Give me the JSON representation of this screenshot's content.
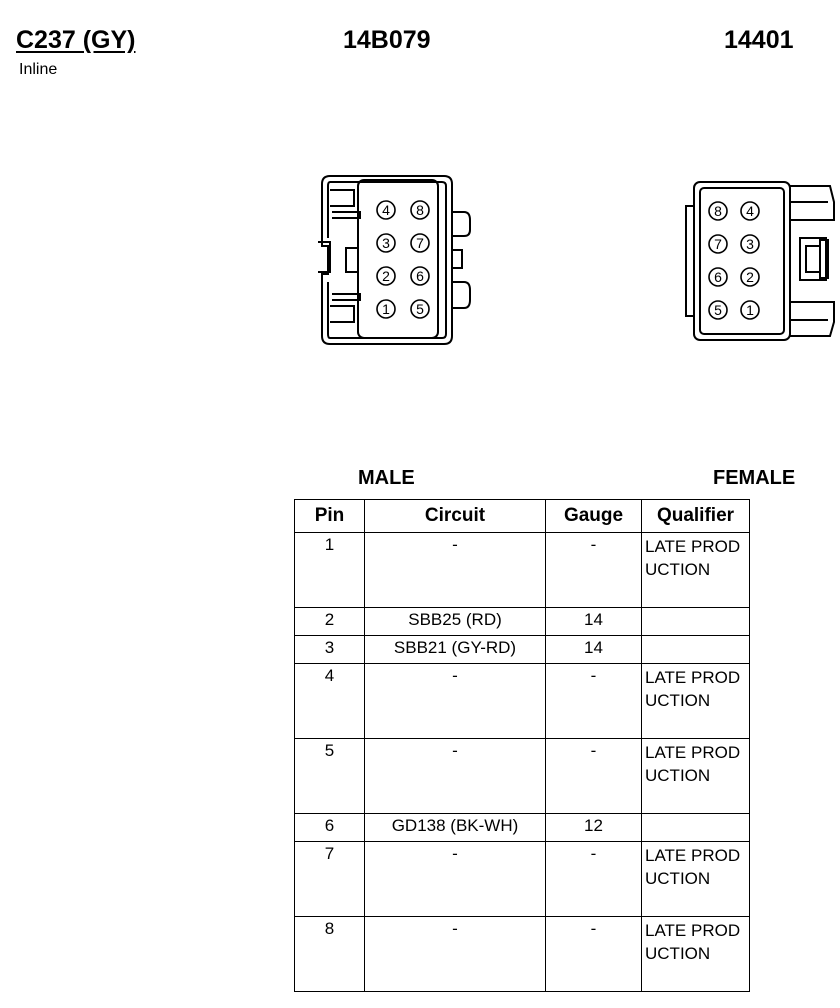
{
  "header": {
    "connector_id": "C237 (GY)",
    "part_number": "14B079",
    "base_number": "14401",
    "location": "Inline"
  },
  "views": {
    "male_label": "MALE",
    "female_label": "FEMALE",
    "male_pins": [
      "4",
      "8",
      "3",
      "7",
      "2",
      "6",
      "1",
      "5"
    ],
    "female_pins": [
      "8",
      "4",
      "7",
      "3",
      "6",
      "2",
      "5",
      "1"
    ]
  },
  "table": {
    "headers": [
      "Pin",
      "Circuit",
      "Gauge",
      "Qualifier"
    ],
    "rows": [
      {
        "pin": "1",
        "circuit": "-",
        "gauge": "-",
        "qualifier": "LATE PRODUCTION"
      },
      {
        "pin": "2",
        "circuit": "SBB25 (RD)",
        "gauge": "14",
        "qualifier": ""
      },
      {
        "pin": "3",
        "circuit": "SBB21 (GY-RD)",
        "gauge": "14",
        "qualifier": ""
      },
      {
        "pin": "4",
        "circuit": "-",
        "gauge": "-",
        "qualifier": "LATE PRODUCTION"
      },
      {
        "pin": "5",
        "circuit": "-",
        "gauge": "-",
        "qualifier": "LATE PRODUCTION"
      },
      {
        "pin": "6",
        "circuit": "GD138 (BK-WH)",
        "gauge": "12",
        "qualifier": ""
      },
      {
        "pin": "7",
        "circuit": "-",
        "gauge": "-",
        "qualifier": "LATE PRODUCTION"
      },
      {
        "pin": "8",
        "circuit": "-",
        "gauge": "-",
        "qualifier": "LATE PRODUCTION"
      }
    ]
  }
}
